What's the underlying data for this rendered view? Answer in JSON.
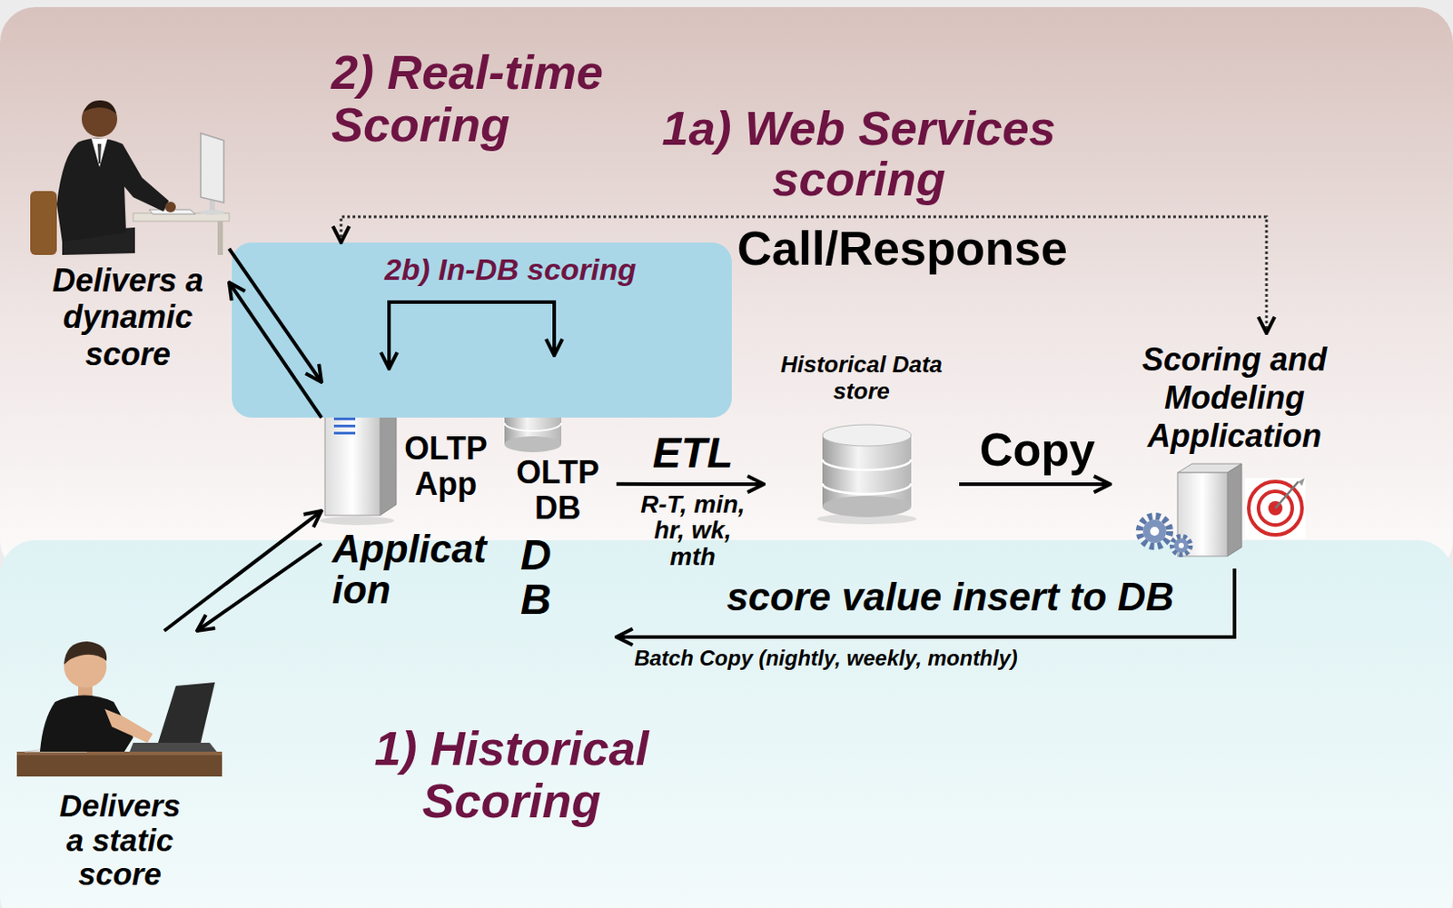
{
  "diagram": {
    "nodes": [
      {
        "text": [
          "Delivers a dynamic score"
        ]
      },
      {
        "text": [
          "2b) In-DB scoring"
        ]
      },
      {
        "text": [
          "OLTP App",
          "Application"
        ]
      },
      {
        "text": [
          "OLTP DB",
          "DB"
        ]
      },
      {
        "text": [
          "Historical Data store"
        ]
      },
      {
        "text": [
          "Scoring and Modeling Application"
        ]
      },
      {
        "text": [
          "Delivers a static score"
        ]
      }
    ],
    "edges": [
      {
        "from": 1,
        "to": 5,
        "arrow": "both",
        "label": "Call/Response"
      },
      {
        "from": 0,
        "to": 2,
        "arrow": "to"
      },
      {
        "from": 2,
        "to": 0,
        "arrow": "to"
      },
      {
        "from": 2,
        "to": 3,
        "arrow": "both"
      },
      {
        "from": 3,
        "to": 4,
        "arrow": "to",
        "label": "ETL"
      },
      {
        "from": 4,
        "to": 5,
        "arrow": "to",
        "label": "Copy"
      },
      {
        "from": 5,
        "to": 3,
        "arrow": "to",
        "label": "score value insert to DB"
      },
      {
        "from": 6,
        "to": 2,
        "arrow": "to"
      },
      {
        "from": 2,
        "to": 6,
        "arrow": "to"
      }
    ],
    "labels": [
      "2) Real-time Scoring",
      "1a) Web Services scoring",
      "R-T, min, hr, wk, mth",
      "Batch Copy (nightly, weekly, monthly)",
      "1) Historical Scoring"
    ]
  }
}
